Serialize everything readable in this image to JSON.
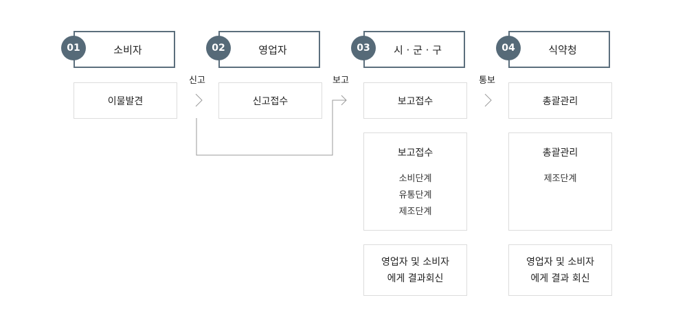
{
  "steps": [
    {
      "num": "01",
      "title": "소비자"
    },
    {
      "num": "02",
      "title": "영업자"
    },
    {
      "num": "03",
      "title": "시 · 군 · 구"
    },
    {
      "num": "04",
      "title": "식약청"
    }
  ],
  "consumer_box": "이물발견",
  "business_box": "신고접수",
  "city_boxes": {
    "report": "보고접수",
    "detail_title": "보고접수",
    "detail_items": [
      "소비단계",
      "유통단계",
      "제조단계"
    ],
    "result_line1": "영업자 및 소비자",
    "result_line2": "에게 결과회신"
  },
  "kfda_boxes": {
    "manage": "총괄관리",
    "detail_title": "총괄관리",
    "detail_items": [
      "제조단계"
    ],
    "result_line1": "영업자 및 소비자",
    "result_line2": "에게 결과 회신"
  },
  "arrow_labels": {
    "report_to_business": "신고",
    "report_to_city": "보고",
    "notify": "통보"
  }
}
